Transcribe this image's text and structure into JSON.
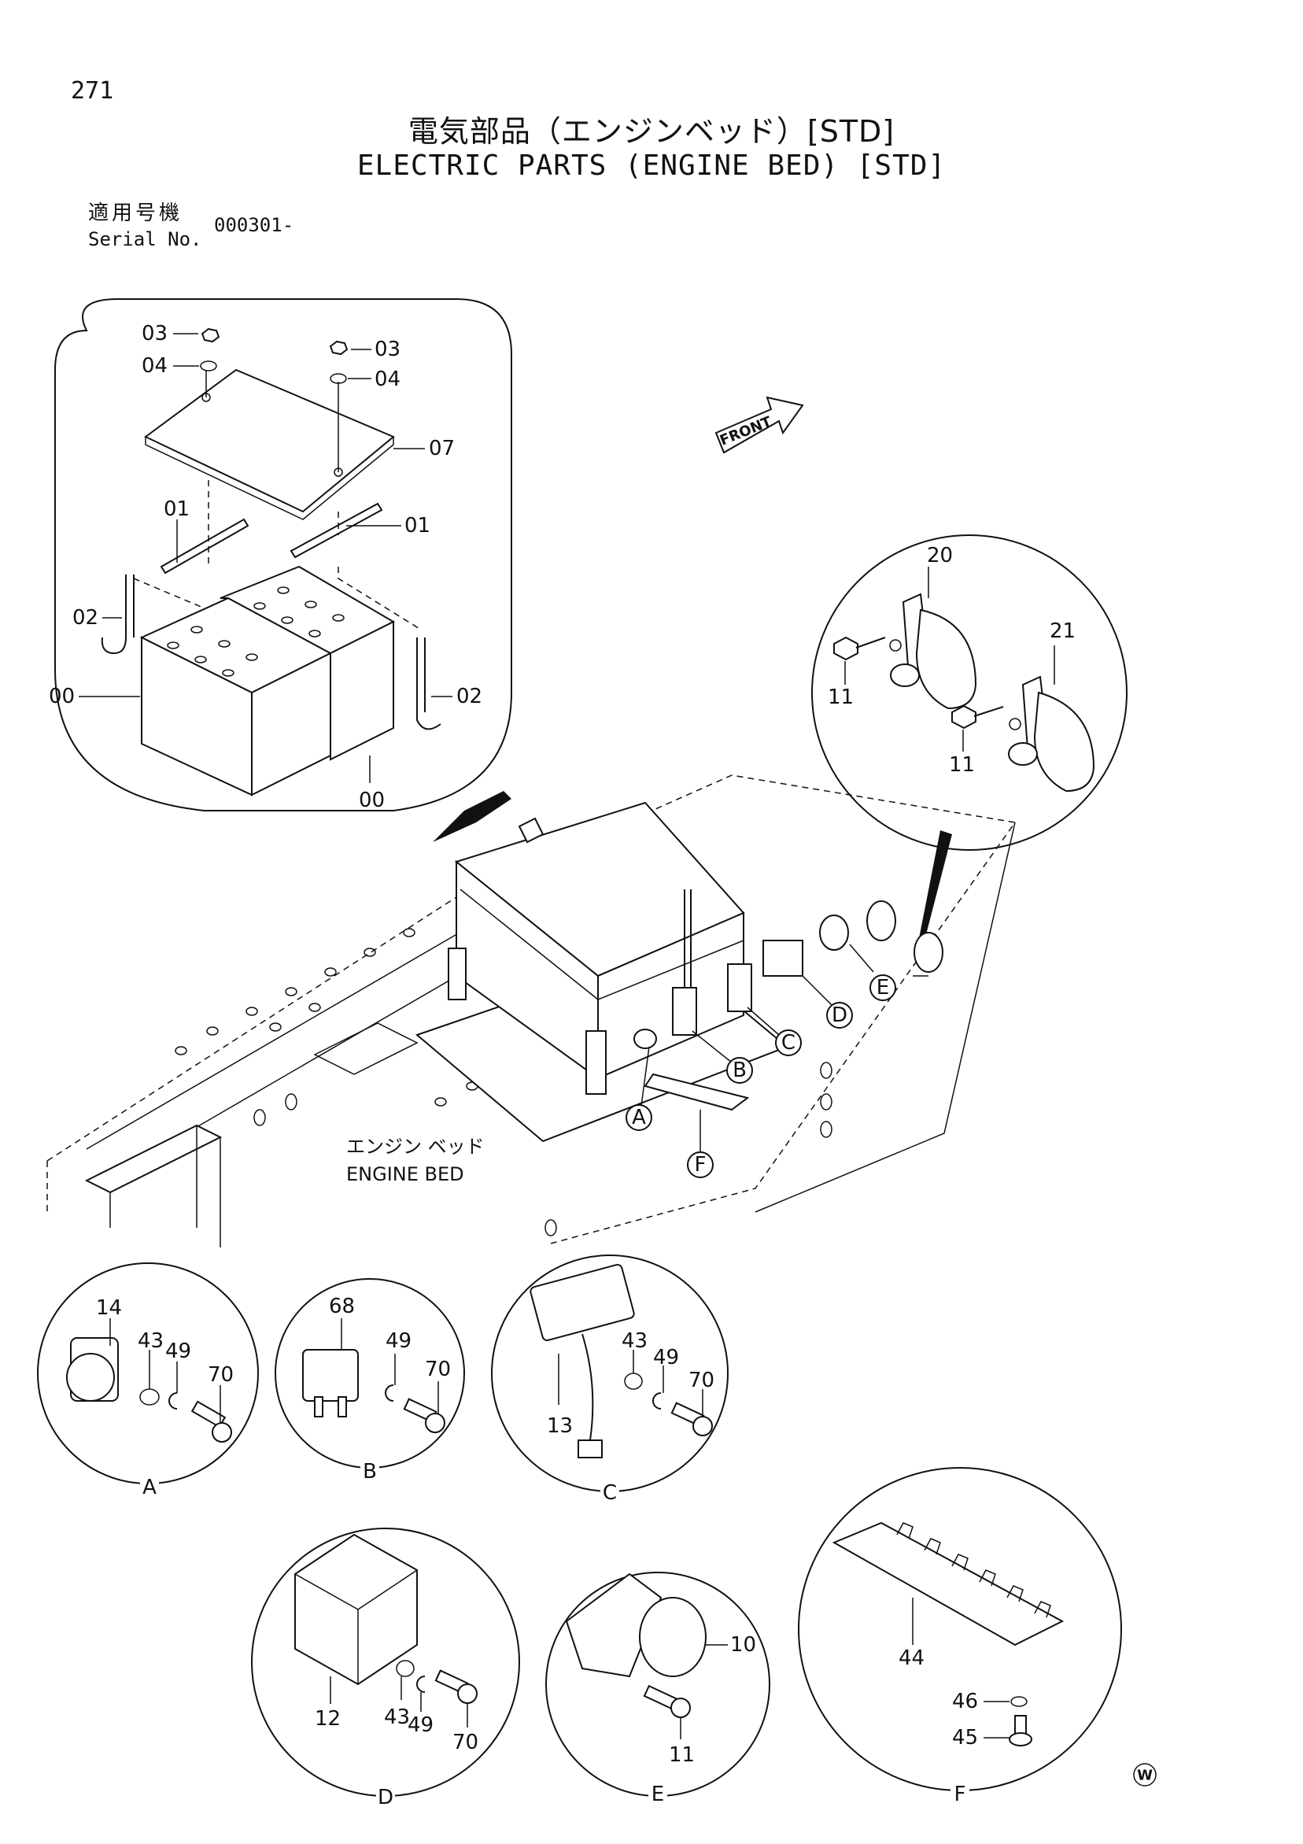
{
  "page_number": "271",
  "title_jp": "電気部品（エンジンベッド）[STD]",
  "title_en": "ELECTRIC PARTS (ENGINE BED) [STD]",
  "serial": {
    "label_jp": "適用号機",
    "label_en": "Serial No.",
    "value": "000301-"
  },
  "front_label": "FRONT",
  "engine_bed_label": {
    "jp": "エンジン ベッド",
    "en": "ENGINE BED"
  },
  "battery_callouts": {
    "nut": "03",
    "washer": "04",
    "cover": "07",
    "holder": "01",
    "rod": "02",
    "battery": "00"
  },
  "horn_callouts": {
    "horn_a": "20",
    "horn_b": "21",
    "bolt": "11"
  },
  "detail_markers": [
    "A",
    "B",
    "C",
    "D",
    "E",
    "F"
  ],
  "detail_A": {
    "callouts": [
      "14",
      "43",
      "49",
      "70"
    ],
    "caption": "A"
  },
  "detail_B": {
    "callouts": [
      "68",
      "49",
      "70"
    ],
    "caption": "B"
  },
  "detail_C": {
    "callouts": [
      "13",
      "43",
      "49",
      "70"
    ],
    "caption": "C"
  },
  "detail_D": {
    "callouts": [
      "12",
      "43",
      "49",
      "70"
    ],
    "caption": "D"
  },
  "detail_E": {
    "callouts": [
      "10",
      "11"
    ],
    "caption": "E"
  },
  "detail_F": {
    "callouts": [
      "44",
      "46",
      "45"
    ],
    "caption": "F"
  },
  "corner_mark": "W"
}
